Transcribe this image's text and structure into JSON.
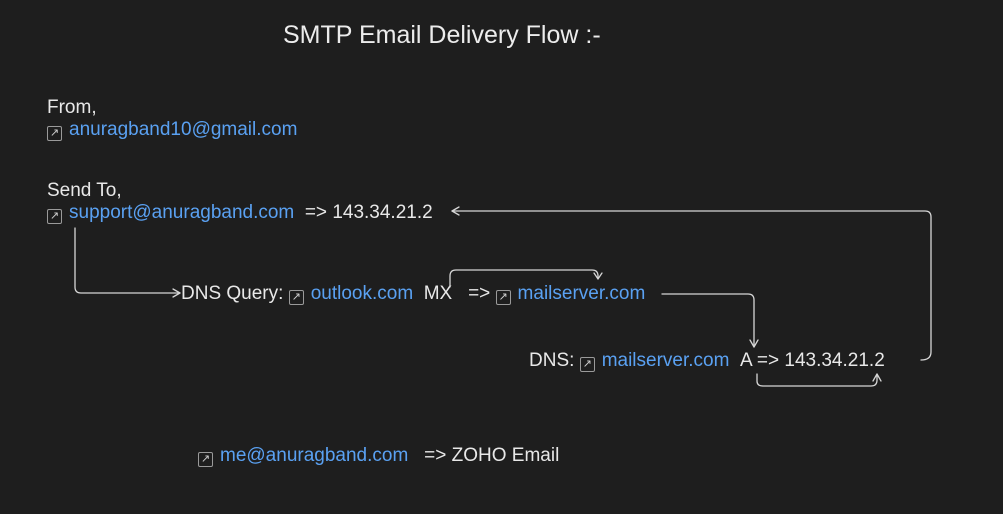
{
  "title": "SMTP Email Delivery Flow :-",
  "from": {
    "label": "From,",
    "email": "anuragband10@gmail.com",
    "icon": "external-link-icon"
  },
  "send_to": {
    "label": "Send To,",
    "email": "support@anuragband.com",
    "arrow": "=>",
    "ip": "143.34.21.2"
  },
  "dns_query": {
    "label": "DNS Query:",
    "domain": "outlook.com",
    "record": "MX",
    "arrow": "=>",
    "server": "mailserver.com"
  },
  "dns_a": {
    "label": "DNS:",
    "server": "mailserver.com",
    "record": "A",
    "arrow": "=>",
    "ip": "143.34.21.2"
  },
  "zoho": {
    "email": "me@anuragband.com",
    "arrow": "=>",
    "provider": "ZOHO Email"
  },
  "colors": {
    "background": "#1e1e1e",
    "text": "#e8e8e8",
    "link": "#5aa1f2",
    "arrow": "#d6d6d6"
  }
}
